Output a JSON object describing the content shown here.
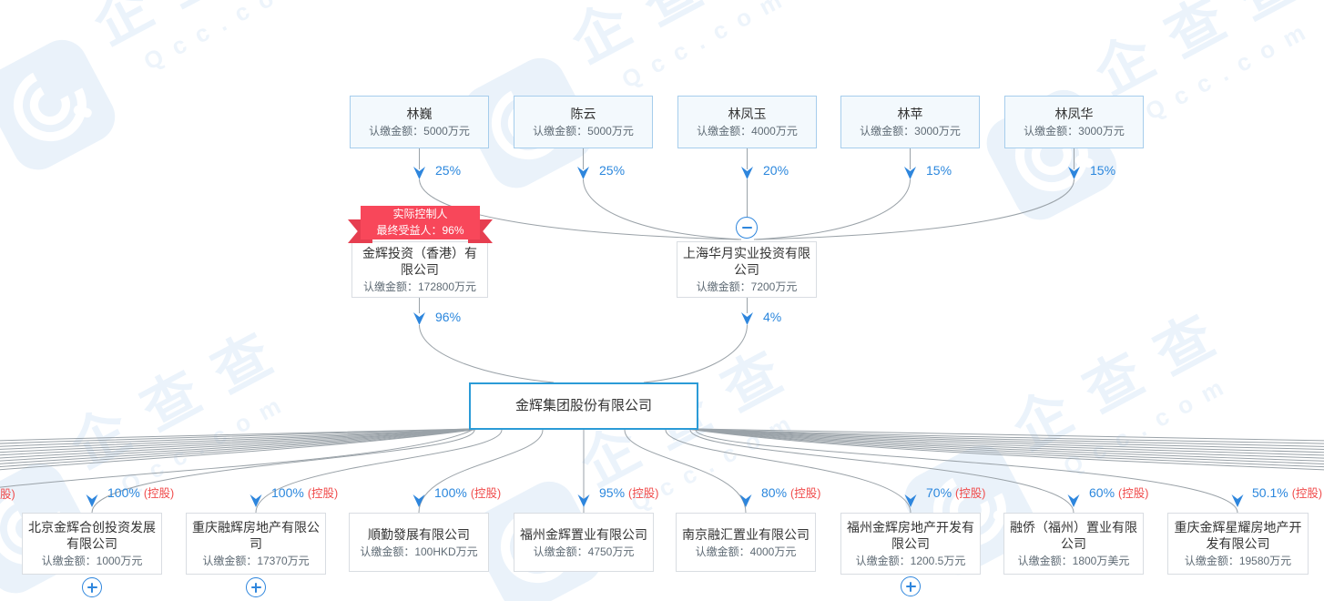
{
  "watermark": {
    "cn": "企查查",
    "en": "Qcc.com"
  },
  "colors": {
    "accent_blue": "#2e86dd",
    "percent_blue": "#2b87dd",
    "holding_red": "#f04b4b",
    "ribbon_red": "#f8475a",
    "ribbon_dark_red": "#e63e50",
    "line_gray": "#9aa2a8",
    "top_box_border": "#a6cdec",
    "top_box_fill": "#f3f9fd",
    "center_box_border": "#2b9bd7"
  },
  "top_row": [
    {
      "name": "林巍",
      "amount": "认缴金额：5000万元",
      "percent": "25%"
    },
    {
      "name": "陈云",
      "amount": "认缴金额：5000万元",
      "percent": "25%"
    },
    {
      "name": "林凤玉",
      "amount": "认缴金额：4000万元",
      "percent": "20%"
    },
    {
      "name": "林苹",
      "amount": "认缴金额：3000万元",
      "percent": "15%"
    },
    {
      "name": "林凤华",
      "amount": "认缴金额：3000万元",
      "percent": "15%"
    }
  ],
  "middle": {
    "ribbon": {
      "line1": "实际控制人",
      "line2": "最终受益人：96%"
    },
    "left": {
      "name": "金辉投资（香港）有限公司",
      "amount": "认缴金额：172800万元",
      "percent": "96%"
    },
    "right": {
      "name": "上海华月实业投资有限公司",
      "amount": "认缴金额：7200万元",
      "percent": "4%"
    }
  },
  "center": {
    "name": "金辉集团股份有限公司"
  },
  "bottom_row": [
    {
      "name": "北京金辉合创投资发展有限公司",
      "amount": "认缴金额：1000万元",
      "percent": "100%",
      "holding": "(控股)",
      "expandable": true
    },
    {
      "name": "重庆融辉房地产有限公司",
      "amount": "认缴金额：17370万元",
      "percent": "100%",
      "holding": "(控股)",
      "expandable": true
    },
    {
      "name": "順勤發展有限公司",
      "amount": "认缴金额：100HKD万元",
      "percent": "100%",
      "holding": "(控股)",
      "expandable": false
    },
    {
      "name": "福州金辉置业有限公司",
      "amount": "认缴金额：4750万元",
      "percent": "95%",
      "holding": "(控股)",
      "expandable": false
    },
    {
      "name": "南京融汇置业有限公司",
      "amount": "认缴金额：4000万元",
      "percent": "80%",
      "holding": "(控股)",
      "expandable": false
    },
    {
      "name": "福州金辉房地产开发有限公司",
      "amount": "认缴金额：1200.5万元",
      "percent": "70%",
      "holding": "(控股)",
      "expandable": true
    },
    {
      "name": "融侨（福州）置业有限公司",
      "amount": "认缴金额：1800万美元",
      "percent": "60%",
      "holding": "(控股)",
      "expandable": false
    },
    {
      "name": "重庆金辉星耀房地产开发有限公司",
      "amount": "认缴金额：19580万元",
      "percent": "50.1%",
      "holding": "(控股)",
      "expandable": false
    }
  ],
  "edge_partial_label": "股)"
}
